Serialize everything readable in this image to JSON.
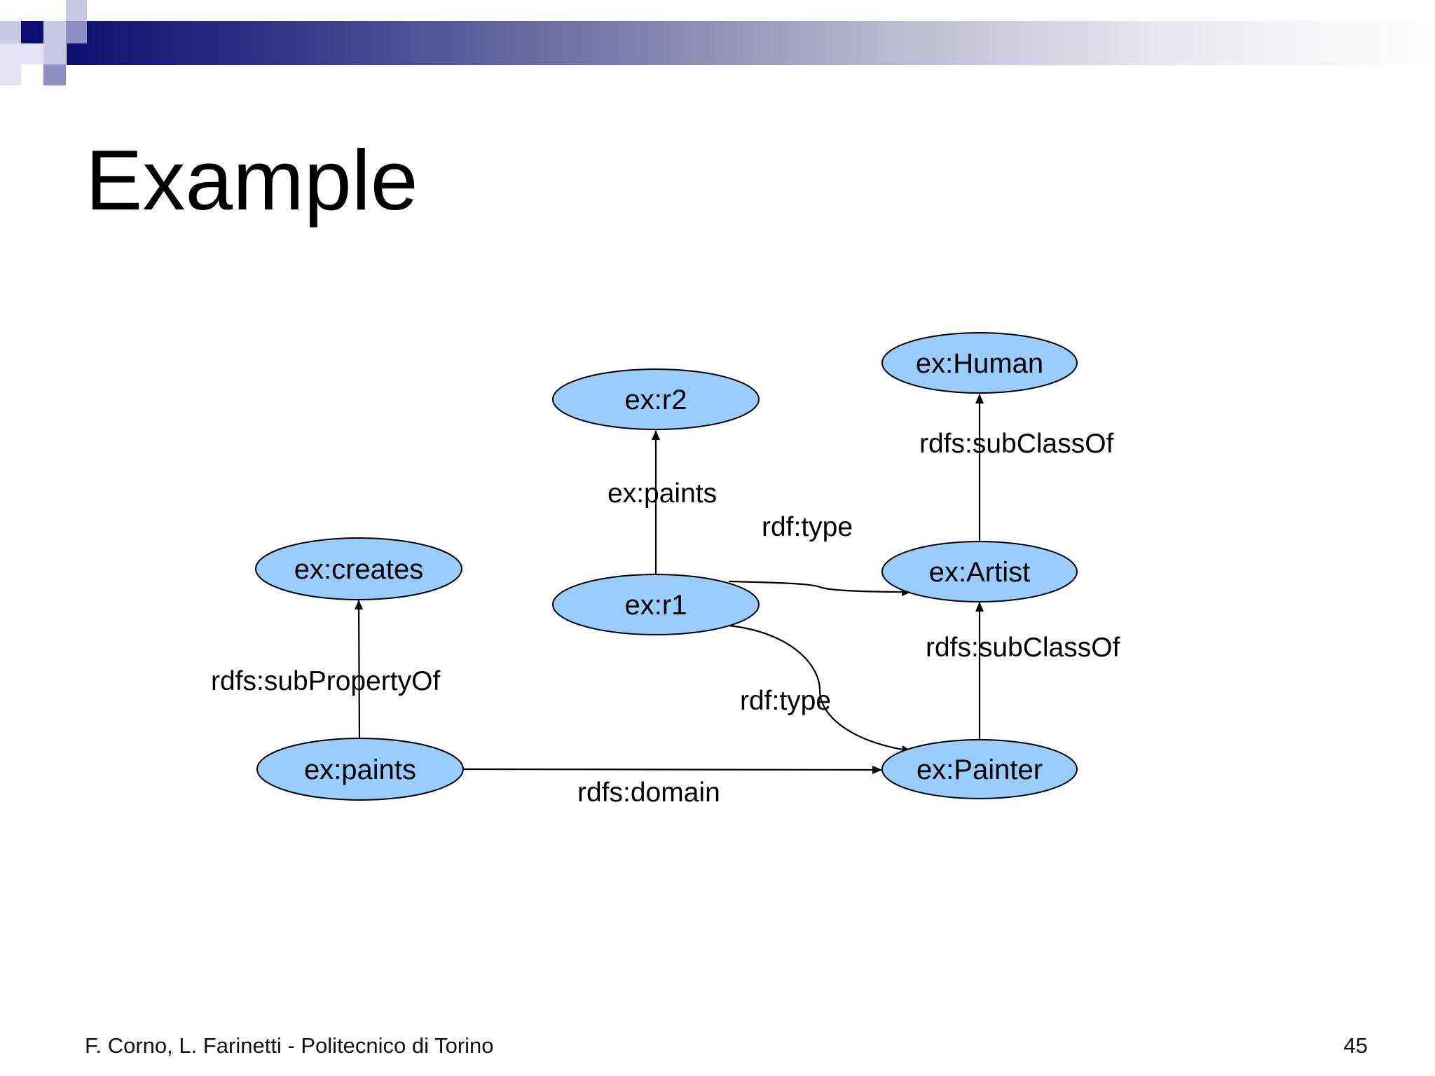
{
  "slide": {
    "title": "Example",
    "footer_left": "F. Corno, L. Farinetti - Politecnico di Torino",
    "page_number": "45"
  },
  "colors": {
    "node_fill": "#99ccff",
    "header_dark": "#0b1070",
    "header_light": "#ffffff"
  },
  "diagram": {
    "nodes": [
      {
        "id": "human",
        "label": "ex:Human"
      },
      {
        "id": "r2",
        "label": "ex:r2"
      },
      {
        "id": "artist",
        "label": "ex:Artist"
      },
      {
        "id": "creates",
        "label": "ex:creates"
      },
      {
        "id": "r1",
        "label": "ex:r1"
      },
      {
        "id": "paints",
        "label": "ex:paints"
      },
      {
        "id": "painter",
        "label": "ex:Painter"
      }
    ],
    "edges": [
      {
        "from": "artist",
        "to": "human",
        "label": "rdfs:subClassOf"
      },
      {
        "from": "r1",
        "to": "r2",
        "label": "ex:paints"
      },
      {
        "from": "r1",
        "to": "artist",
        "label": "rdf:type"
      },
      {
        "from": "painter",
        "to": "artist",
        "label": "rdfs:subClassOf"
      },
      {
        "from": "paints",
        "to": "creates",
        "label": "rdfs:subPropertyOf"
      },
      {
        "from": "r1",
        "to": "painter",
        "label": "rdf:type"
      },
      {
        "from": "paints",
        "to": "painter",
        "label": "rdfs:domain"
      }
    ]
  }
}
